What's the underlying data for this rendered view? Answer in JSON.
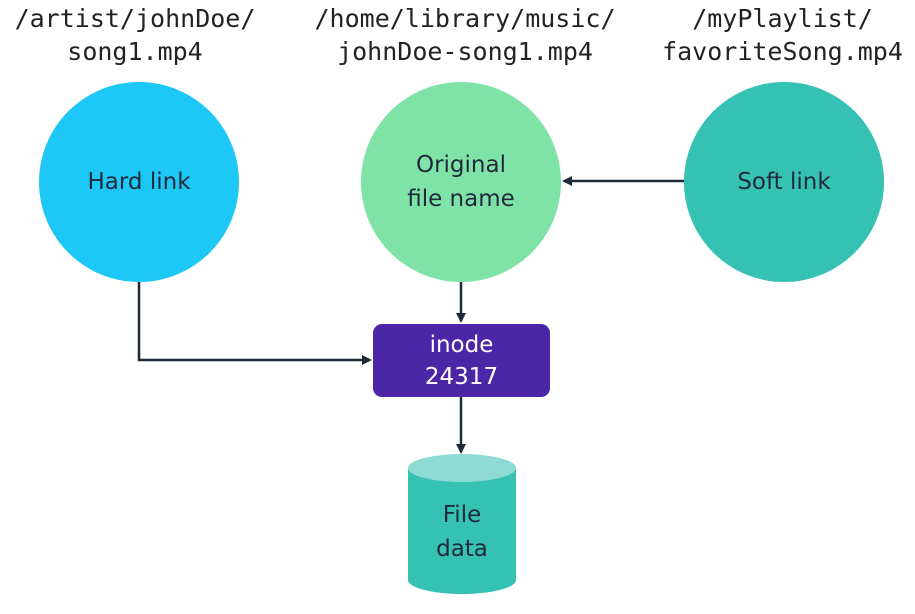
{
  "paths": {
    "hard": [
      "/artist/johnDoe/",
      "song1.mp4"
    ],
    "original": [
      "/home/library/music/",
      "johnDoe-song1.mp4"
    ],
    "soft": [
      "/myPlaylist/",
      "favoriteSong.mp4"
    ]
  },
  "nodes": {
    "hard_link": {
      "label": "Hard link",
      "color": "#1dc7f6"
    },
    "original": {
      "lines": [
        "Original",
        "file name"
      ],
      "color": "#7fe3a8"
    },
    "soft_link": {
      "label": "Soft link",
      "color": "#36c2b2"
    },
    "inode": {
      "lines": [
        "inode",
        "24317"
      ],
      "color": "#4b26a6"
    },
    "file_data": {
      "lines": [
        "File",
        "data"
      ],
      "color": "#36c2b2",
      "top_color": "#8ddbd4"
    }
  },
  "colors": {
    "connector": "#1e2a3a"
  }
}
